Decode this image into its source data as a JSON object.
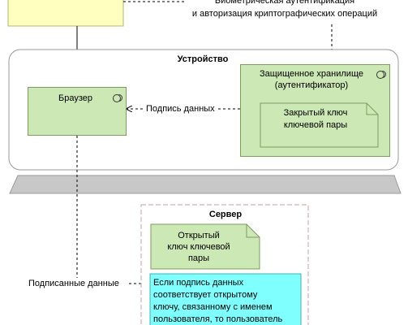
{
  "top_note": {
    "line1": "Биометрическая аутентификация",
    "line2": "и авторизация криптографических операций"
  },
  "device": {
    "title": "Устройство",
    "browser_label": "Браузер",
    "secure_storage_line1": "Защищенное хранилище",
    "secure_storage_line2": "(аутентификатор)",
    "private_key_line1": "Закрытый ключ",
    "private_key_line2": "ключевой пары",
    "sign_data_label": "Подпись данных"
  },
  "signed_data_label": "Подписанные данные",
  "server": {
    "title": "Сервер",
    "public_key_line1": "Открытый",
    "public_key_line2": "ключ ключевой",
    "public_key_line3": "пары",
    "rule_line1": "Если подпись данных",
    "rule_line2": "соответствует открытому",
    "rule_line3": "ключу, связанному с именем",
    "rule_line4": "пользователя, то пользователь"
  },
  "colors": {
    "user_box": "#ffffc0",
    "component_green": "#cce8b5",
    "component_border": "#7d9c5e",
    "rule_box": "#80ffff",
    "device_stand": "#c8c8c8"
  }
}
